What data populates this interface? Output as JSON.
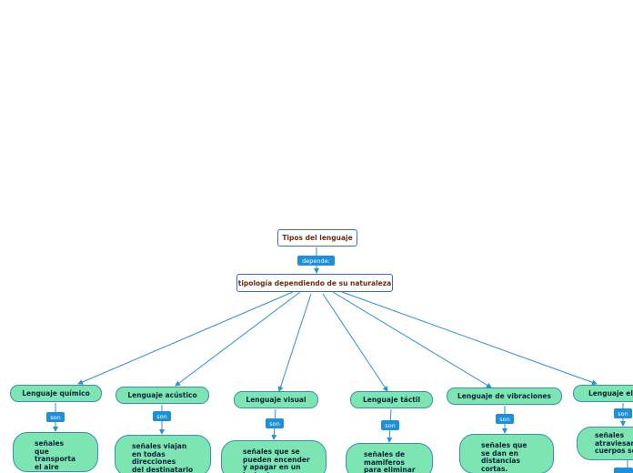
{
  "root": {
    "title": "Tipos del lenguaje"
  },
  "root_link": {
    "label": "depende:"
  },
  "main": {
    "title": "tipología dependiendo de su naturaleza"
  },
  "categories": [
    {
      "title": "Lenguaje químico",
      "link": "son",
      "leaf": "señales\nque\ntransporta\nel aire"
    },
    {
      "title": "Lenguaje acústico",
      "link": "son",
      "leaf": "señales viajan\nen todas\ndirecciones\ndel destinatario\nemisor"
    },
    {
      "title": "Lenguaje visual",
      "link": "son",
      "leaf": "señales que se\npueden encender\ny apagar en un\ninstante"
    },
    {
      "title": "Lenguaje táctil",
      "link": "son",
      "leaf": "señales de\nmamiferos\npara eliminar\nparásitos"
    },
    {
      "title": "Lenguaje de vibraciones",
      "link": "son",
      "leaf": "señales que\nse dan en\ndistancias\ncortas."
    },
    {
      "title": "Lenguaje eléctrico",
      "link": "son",
      "leaf": "señales\natraviesan\ncuerpos sólidos"
    }
  ],
  "colors": {
    "line": "#2b8fd6",
    "node_fill": "#7ce5b1",
    "label_fill": "#1d8fdb",
    "root_text": "#6b2b12"
  }
}
